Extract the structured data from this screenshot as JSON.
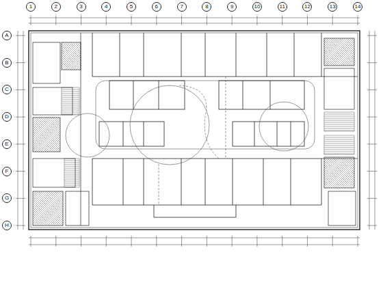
{
  "diagram": {
    "nodes": [
      {
        "text": [
          "1"
        ]
      },
      {
        "text": [
          "2"
        ]
      },
      {
        "text": [
          "3"
        ]
      },
      {
        "text": [
          "4"
        ]
      },
      {
        "text": [
          "5"
        ]
      },
      {
        "text": [
          "6"
        ]
      },
      {
        "text": [
          "7"
        ]
      },
      {
        "text": [
          "8"
        ]
      },
      {
        "text": [
          "9"
        ]
      },
      {
        "text": [
          "10"
        ]
      },
      {
        "text": [
          "11"
        ]
      },
      {
        "text": [
          "12"
        ]
      },
      {
        "text": [
          "13"
        ]
      },
      {
        "text": [
          "14"
        ]
      },
      {
        "text": [
          "A"
        ]
      },
      {
        "text": [
          "B"
        ]
      },
      {
        "text": [
          "C"
        ]
      },
      {
        "text": [
          "D"
        ]
      },
      {
        "text": [
          "E"
        ]
      },
      {
        "text": [
          "F"
        ]
      },
      {
        "text": [
          "G"
        ]
      },
      {
        "text": [
          "H"
        ]
      }
    ]
  }
}
